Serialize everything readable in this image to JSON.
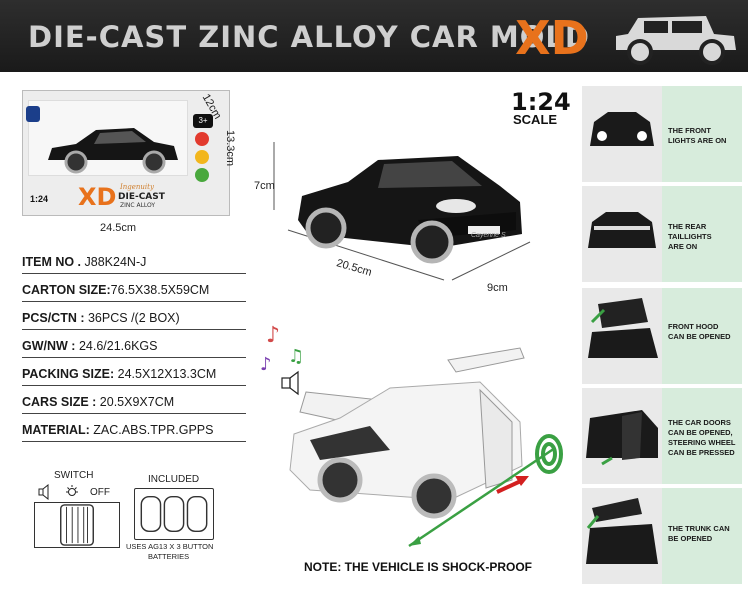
{
  "header": {
    "title": "DIE-CAST ZINC ALLOY CAR MOLD",
    "logo": "XD"
  },
  "package": {
    "dims": {
      "width": "24.5cm",
      "depth": "12cm",
      "height": "13.3cm"
    },
    "age": "3+",
    "scale": "1:24",
    "brand_logo": "XD",
    "brand_line1": "Ingenuity",
    "brand_line2": "DIE-CAST",
    "brand_line3": "ZINC ALLOY"
  },
  "specs": [
    {
      "key": "ITEM NO .",
      "value": "J88K24N-J"
    },
    {
      "key": "CARTON SIZE:",
      "value": "76.5X38.5X59CM"
    },
    {
      "key": "PCS/CTN :",
      "value": "36PCS /(2 BOX)"
    },
    {
      "key": "GW/NW :",
      "value": "24.6/21.6KGS"
    },
    {
      "key": "PACKING SIZE:",
      "value": "24.5X12X13.3CM"
    },
    {
      "key": "CARS SIZE :",
      "value": "20.5X9X7CM"
    },
    {
      "key": "MATERIAL:",
      "value": "ZAC.ABS.TPR.GPPS"
    }
  ],
  "switch": {
    "label": "SWITCH",
    "off": "OFF"
  },
  "included": {
    "label": "INCLUDED",
    "note_line1": "USES AG13 X 3 BUTTON",
    "note_line2": "BATTERIES"
  },
  "scale": {
    "number": "1:24",
    "word": "SCALE"
  },
  "car_dims": {
    "height": "7cm",
    "length": "20.5cm",
    "width": "9cm"
  },
  "plate": "Cayenne S",
  "shock_note": "NOTE: THE VEHICLE IS SHOCK-PROOF",
  "features": [
    {
      "lines": [
        "THE FRONT",
        "LIGHTS ARE ON"
      ]
    },
    {
      "lines": [
        "THE REAR",
        "TAILLIGHTS",
        "ARE ON"
      ]
    },
    {
      "lines": [
        "FRONT HOOD",
        "CAN BE OPENED"
      ]
    },
    {
      "lines": [
        "THE CAR DOORS",
        "CAN BE OPENED,",
        "STEERING WHEEL",
        "CAN BE PRESSED"
      ]
    },
    {
      "lines": [
        "THE TRUNK CAN",
        "BE OPENED"
      ]
    }
  ],
  "colors": {
    "header_bg": "#222222",
    "header_text": "#cfcfcf",
    "logo_orange": "#e8721c",
    "panel_bg": "#d7ecdc",
    "arrow_green": "#3aa043",
    "arrow_red": "#d32020"
  }
}
